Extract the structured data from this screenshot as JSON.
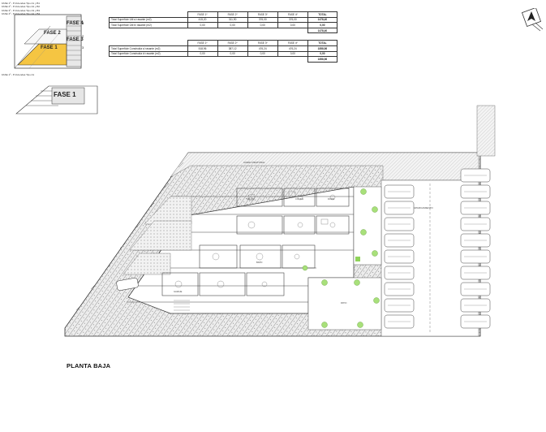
{
  "legend": {
    "rows": [
      "FASE 1º - 8 Viviendas Tipo A1 y B1",
      "FASE 2º - 8 Viviendas Tipo A2 y B2",
      "FASE 3º - 8 Viviendas Tipo A3 y B3",
      "FASE 4º - 8 Viviendas Tipo A4 y B4"
    ],
    "note": "FASE 1º - 8 Viviendas Tipo A1"
  },
  "keyplan": {
    "labels": [
      "FASE 4",
      "FASE 3",
      "FASE 2",
      "FASE 1"
    ],
    "nums": [
      "4",
      "3",
      "2"
    ],
    "detail_label": "FASE 1",
    "highlight_color": "#f5c542"
  },
  "table1": {
    "headers": [
      "FASE 1º",
      "FASE 2º",
      "FASE 3º",
      "FASE 4º",
      "TOTAL"
    ],
    "rows": [
      {
        "label": "Total Superficie Útil s/ rasante (m2)",
        "values": [
          "415,20",
          "311,90",
          "376,00",
          "376,00"
        ],
        "total": "1478,40"
      },
      {
        "label": "Total Superficie Útil b/ rasante (m2)",
        "values": [
          "0,00",
          "0,00",
          "0,00",
          "0,00"
        ],
        "total": "0,00"
      }
    ],
    "grand_total": "1478,40"
  },
  "table2": {
    "headers": [
      "FASE 1º",
      "FASE 2º",
      "FASE 3º",
      "FASE 4º",
      "TOTAL"
    ],
    "rows": [
      {
        "label": "Total Superficie Construida s/ rasante (m2)",
        "values": [
          "518,96",
          "387,12",
          "476,24",
          "476,24"
        ],
        "total": "1858,56"
      },
      {
        "label": "Total Superficie Construida b/ rasante (m2)",
        "values": [
          "0,00",
          "0,00",
          "0,00",
          "0,00"
        ],
        "total": "0,00"
      }
    ],
    "grand_total": "1858,56"
  },
  "plan": {
    "title": "PLANTA BAJA",
    "street_label": "ACERA PEATONAL",
    "parking_label": "APARCAMIENTO",
    "rooms": [
      "SALÓN",
      "COCINA",
      "DORM.",
      "BAÑO",
      "GARAJE",
      "PATIO"
    ]
  },
  "colors": {
    "hatch": "#9a9a9a",
    "tree": "#8fd35a",
    "garden": "#a8e07a",
    "line": "#333333",
    "phase_yellow": "#f5c542"
  }
}
